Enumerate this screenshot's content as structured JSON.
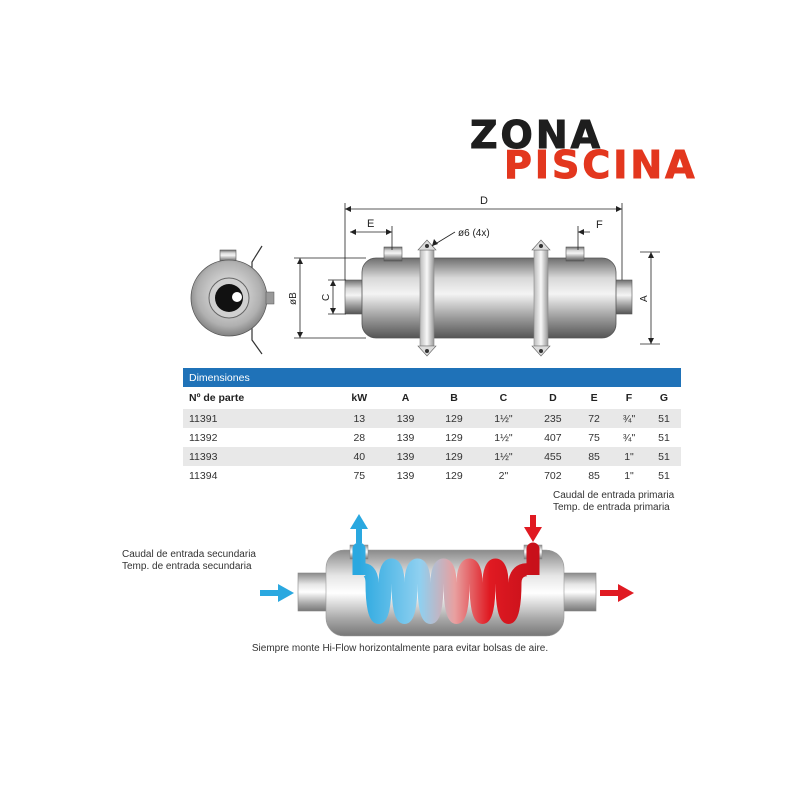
{
  "logo": {
    "line1": "ZONA",
    "line2": "PISCINA"
  },
  "dims": {
    "D": "D",
    "E": "E",
    "F": "F",
    "hole": "ø6 (4x)",
    "A": "A",
    "B": "øB",
    "C": "C"
  },
  "table": {
    "title": "Dimensiones",
    "headers": [
      "Nº de parte",
      "kW",
      "A",
      "B",
      "C",
      "D",
      "E",
      "F",
      "G"
    ],
    "rows": [
      [
        "11391",
        "13",
        "139",
        "129",
        "1½\"",
        "235",
        "72",
        "¾\"",
        "51"
      ],
      [
        "11392",
        "28",
        "139",
        "129",
        "1½\"",
        "407",
        "75",
        "¾\"",
        "51"
      ],
      [
        "11393",
        "40",
        "139",
        "129",
        "1½\"",
        "455",
        "85",
        "1\"",
        "51"
      ],
      [
        "11394",
        "75",
        "139",
        "129",
        "2\"",
        "702",
        "85",
        "1\"",
        "51"
      ]
    ]
  },
  "flow": {
    "primary_line1": "Caudal de entrada primaria",
    "primary_line2": "Temp. de entrada primaria",
    "secondary_line1": "Caudal de entrada secundaria",
    "secondary_line2": "Temp. de entrada secundaria",
    "note": "Siempre monte Hi-Flow horizontalmente para evitar bolsas de aire.",
    "colors": {
      "cold": "#2aa8e0",
      "hot": "#e01a22"
    }
  }
}
